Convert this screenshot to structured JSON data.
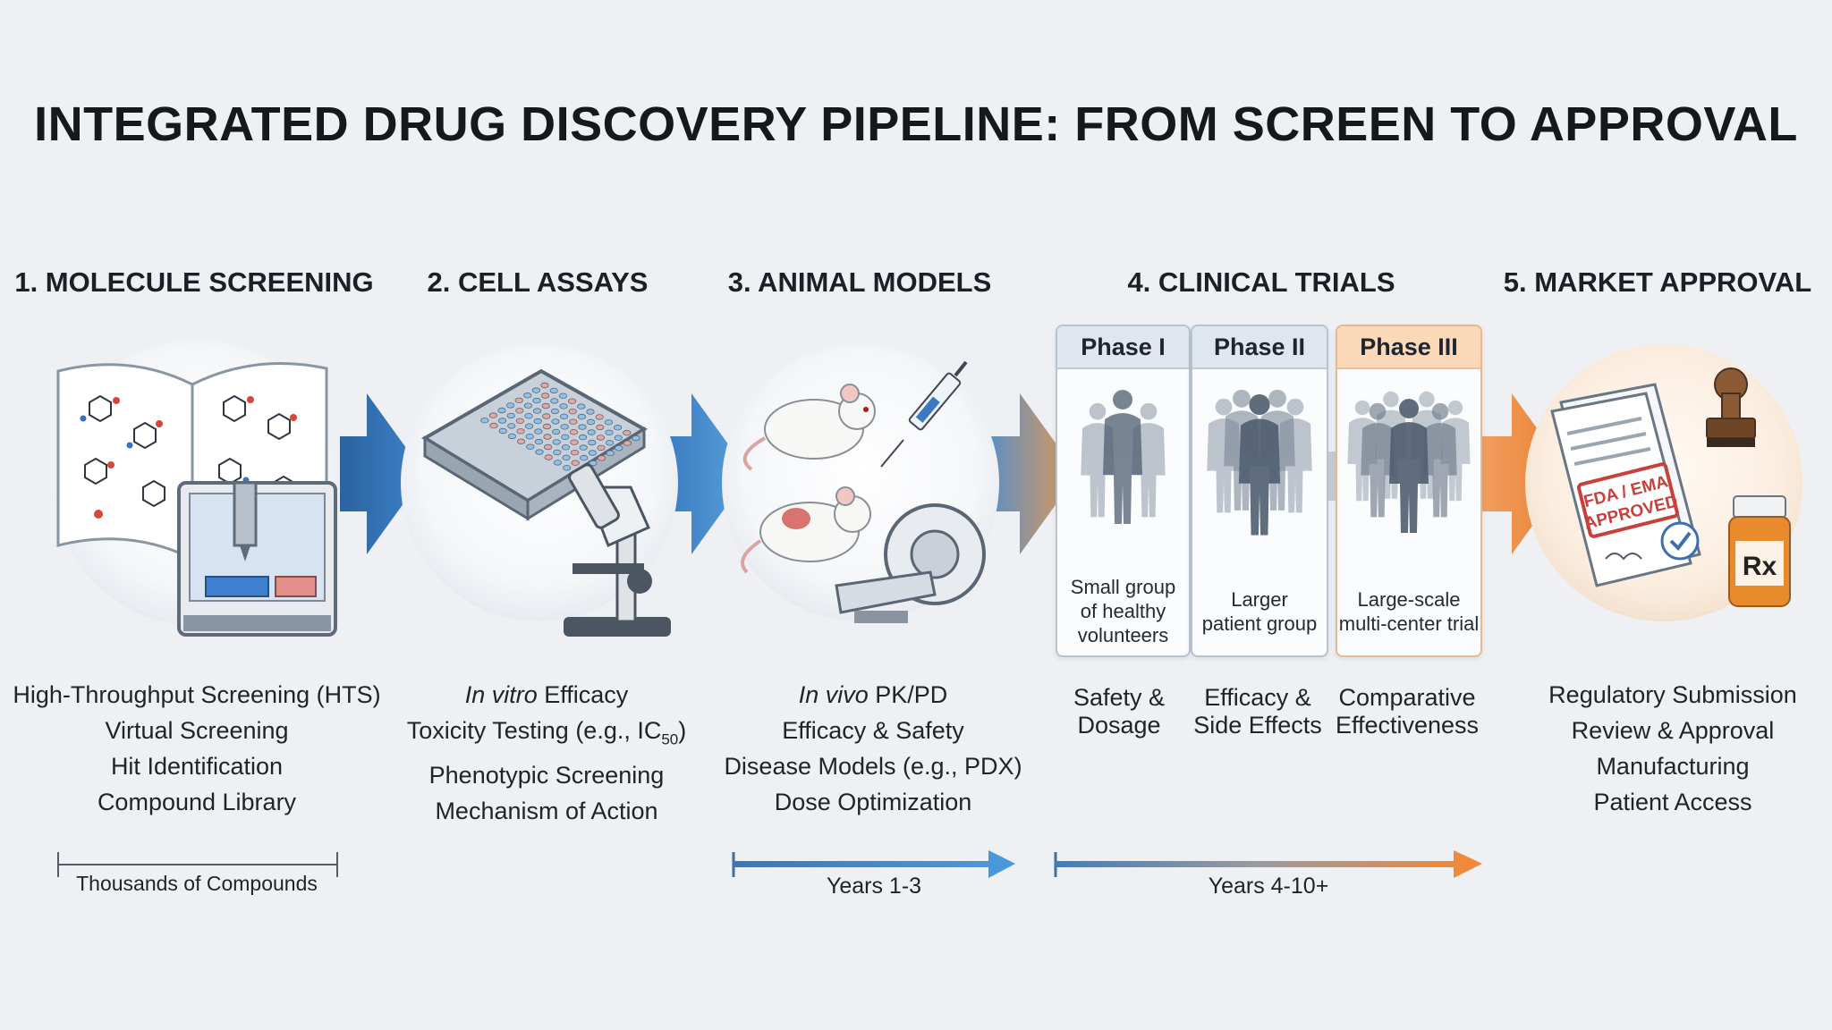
{
  "title": "INTEGRATED DRUG DISCOVERY PIPELINE: FROM SCREEN TO APPROVAL",
  "stages": [
    {
      "heading": "1. MOLECULE SCREENING",
      "lines": [
        "High-Throughput Screening (HTS)",
        "Virtual Screening",
        "Hit Identification",
        "Compound Library"
      ]
    },
    {
      "heading": "2. CELL ASSAYS",
      "line1_italic": "In vitro",
      "line1_rest": " Efficacy",
      "line2_main": "Toxicity Testing (e.g., IC",
      "line2_sub": "50",
      "line2_end": ")",
      "lines_rest": [
        "Phenotypic Screening",
        "Mechanism of Action"
      ]
    },
    {
      "heading": "3. ANIMAL MODELS",
      "line1_italic": "In vivo",
      "line1_rest": " PK/PD",
      "lines_rest": [
        "Efficacy & Safety",
        "Disease Models (e.g., PDX)",
        "Dose Optimization"
      ]
    },
    {
      "heading": "4. CLINICAL TRIALS",
      "phases": [
        {
          "name": "Phase I",
          "note": [
            "Small group",
            "of healthy",
            "volunteers"
          ],
          "outcome": [
            "Safety &",
            "Dosage"
          ]
        },
        {
          "name": "Phase II",
          "note": [
            "Larger",
            "patient group"
          ],
          "outcome": [
            "Efficacy &",
            "Side Effects"
          ]
        },
        {
          "name": "Phase III",
          "note": [
            "Large-scale",
            "multi-center trial"
          ],
          "outcome": [
            "Comparative",
            "Effectiveness"
          ]
        }
      ]
    },
    {
      "heading": "5. MARKET APPROVAL",
      "lines": [
        "Regulatory Submission",
        "Review & Approval",
        "Manufacturing",
        "Patient Access"
      ],
      "stamp_text": [
        "FDA / EMA",
        "APPROVED"
      ],
      "rx_text": "Rx"
    }
  ],
  "timeline": {
    "compounds": "Thousands of Compounds",
    "years_a": "Years 1-3",
    "years_b": "Years 4-10+"
  },
  "colors": {
    "blue": "#2f6fb0",
    "blue_light": "#4a8fd0",
    "orange": "#ef8a3c",
    "phase3_head": "#f9d9b8",
    "phase_head": "#dfe6ee",
    "figure": "#4e5d70"
  }
}
